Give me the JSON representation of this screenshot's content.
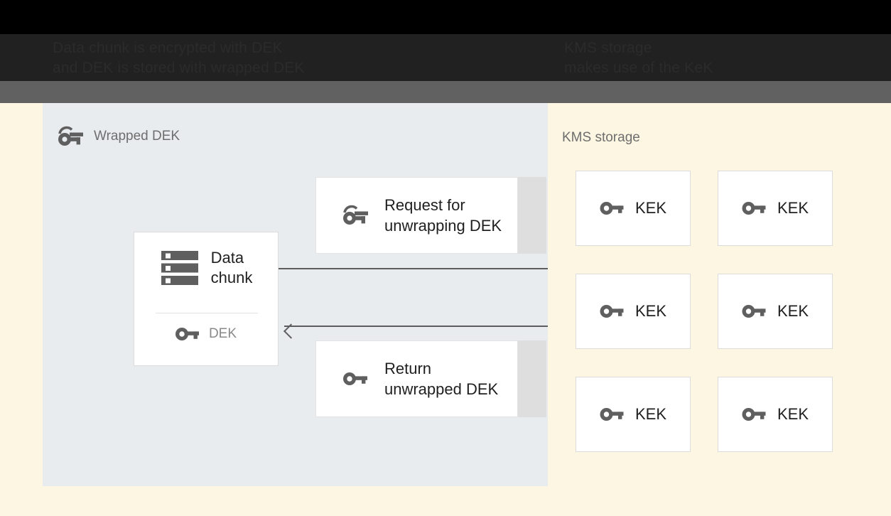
{
  "header": {
    "left_title": "Data chunk is encrypted with DEK\nand DEK is stored with wrapped DEK",
    "right_title": "KMS storage\nmakes use of the KeK",
    "background_color": "#212121",
    "band_color": "#616161"
  },
  "canvas": {
    "background_color": "#fdf6e3"
  },
  "left_panel": {
    "title": "Wrapped DEK",
    "title_icon": "wrapped-key-icon",
    "background_color": "#e8ecef",
    "data_chunk": {
      "icon": "server-stack-icon",
      "label": "Data\nchunk",
      "key": {
        "icon": "key-icon",
        "label": "DEK"
      }
    },
    "messages": [
      {
        "icon": "wrapped-key-icon",
        "label": "Request for\nunwrapping DEK"
      },
      {
        "icon": "key-icon",
        "label": "Return\nunwrapped DEK"
      }
    ],
    "arrows": [
      {
        "name": "request-arrow",
        "direction": "right",
        "color": "#5d5d5d"
      },
      {
        "name": "return-arrow",
        "direction": "left",
        "color": "#5d5d5d"
      }
    ]
  },
  "right_panel": {
    "title": "KMS storage",
    "background_color": "#fdf6e3",
    "kek_cards": [
      {
        "icon": "key-icon",
        "label": "KEK"
      },
      {
        "icon": "key-icon",
        "label": "KEK"
      },
      {
        "icon": "key-icon",
        "label": "KEK"
      },
      {
        "icon": "key-icon",
        "label": "KEK"
      },
      {
        "icon": "key-icon",
        "label": "KEK"
      },
      {
        "icon": "key-icon",
        "label": "KEK"
      }
    ]
  },
  "colors": {
    "icon_gray": "#5f5f5f",
    "text_dark": "#1f1f1f",
    "text_muted": "#8a8a8a",
    "panel_light": "#e8ecef",
    "cream": "#fdf6e3",
    "card_shadow": "#dedede"
  }
}
